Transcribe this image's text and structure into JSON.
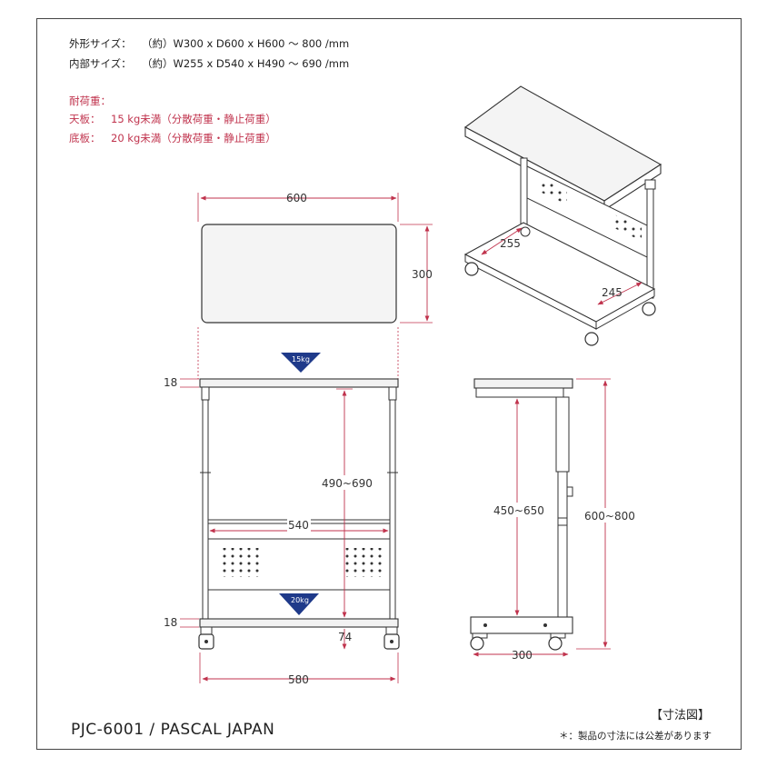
{
  "specs": {
    "outer_label": "外形サイズ：",
    "outer_value": "（約）W300 x D600 x H600 ～ 800 /mm",
    "inner_label": "内部サイズ：",
    "inner_value": "（約）W255 x D540 x H490 ～ 690 /mm",
    "load_title": "耐荷重：",
    "top_label": "天板：",
    "top_value": "15 kg未満（分散荷重・静止荷重）",
    "bottom_label": "底板：",
    "bottom_value": "20 kg未満（分散荷重・静止荷重）"
  },
  "dimensions": {
    "top_width": "600",
    "top_depth": "300",
    "board_thick_top": "18",
    "board_thick_bottom": "18",
    "inner_height": "490~690",
    "inner_width": "540",
    "shelf_gap": "74",
    "base_width": "580",
    "side_inner_height": "450~650",
    "total_height": "600~800",
    "side_base_width": "300",
    "iso_inner_depth": "255",
    "iso_inner_width": "245"
  },
  "load_badges": {
    "top": "15kg",
    "bottom": "20kg"
  },
  "colors": {
    "dim_line": "#c0334d",
    "spec_red": "#c0334d",
    "badge": "#1f3a8a",
    "outline": "#333333"
  },
  "footer": {
    "model": "PJC-6001 / PASCAL JAPAN",
    "caption": "【寸法図】",
    "note": "＊：製品の寸法には公差があります"
  }
}
